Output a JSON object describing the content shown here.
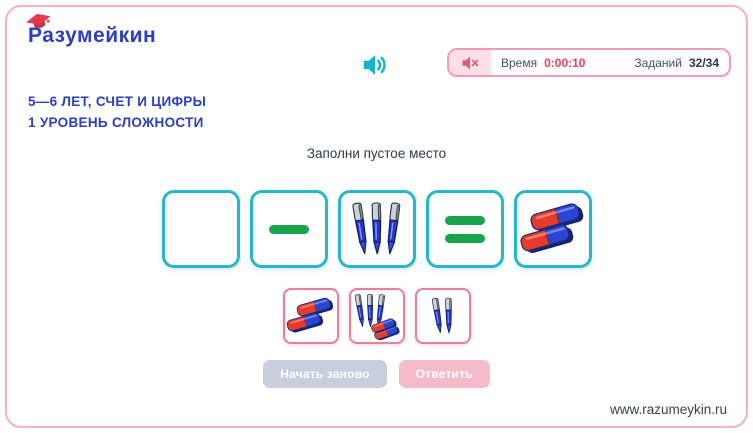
{
  "logo": {
    "text": "Разумейкин"
  },
  "icons": {
    "logo_cap": "graduation-cap",
    "center_sound": "volume-on",
    "status_mute": "volume-muted"
  },
  "status_bar": {
    "time_label": "Время",
    "time_value": "0:00:10",
    "tasks_label": "Заданий",
    "tasks_value": "32/34"
  },
  "heading": {
    "line1": "5—6 ЛЕТ, СЧЕТ И ЦИФРЫ",
    "line2": "1 УРОВЕНЬ СЛОЖНОСТИ"
  },
  "instruction": "Заполни пустое место",
  "puzzle": {
    "equation_cards": [
      {
        "type": "empty"
      },
      {
        "type": "minus"
      },
      {
        "type": "pens",
        "count": 3
      },
      {
        "type": "equals"
      },
      {
        "type": "erasers",
        "count": 2
      }
    ],
    "option_cards": [
      {
        "type": "erasers",
        "count": 2
      },
      {
        "type": "pens_and_eraser",
        "pens": 3,
        "erasers": 2
      },
      {
        "type": "pens",
        "count": 2
      }
    ]
  },
  "buttons": {
    "restart": "Начать заново",
    "answer": "Ответить"
  },
  "footer": {
    "url": "www.razumeykin.ru"
  },
  "colors": {
    "frame_pink": "#f5b0c3",
    "brand_blue": "#2b3fc0",
    "card_teal": "#25b8cd",
    "option_pink": "#e87f9c",
    "sign_green": "#17a44a",
    "time_red": "#e8405e",
    "pen_blue": "#2139cb",
    "eraser_red": "#e63b2a",
    "eraser_blue": "#2a44d4",
    "sound_teal": "#16b2cf",
    "mute_pink": "#e25c77"
  }
}
